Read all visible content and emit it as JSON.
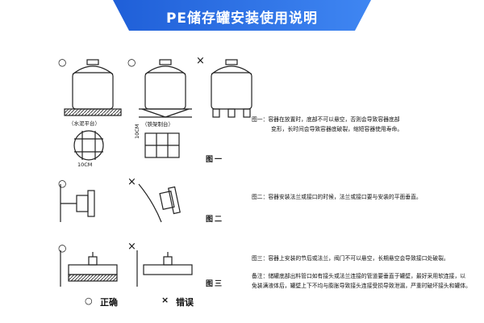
{
  "title": "PE储存罐安装使用说明",
  "labels": {
    "water_platform": "（水泥平台）",
    "iron_frame": "（铁架制台）",
    "dim_h": "10CM",
    "dim_v": "10CM",
    "fig1": "图一",
    "fig2": "图二",
    "fig3": "图三"
  },
  "notes": {
    "n1_line1": "图一：容器在放置时，底部不可以悬空，否则会导致容器底部",
    "n1_line2": "变形，长时间会导致容器底破裂，缩短容器使用寿命。",
    "n2": "图二：容器安装法兰或接口的时候，法兰或接口要与安装的平面垂直。",
    "n3": "图三：容器上安装的节后或法兰，阀门不可以悬空，长期悬空会导致接口处破裂。",
    "n4_line1": "备注：储罐底部出料管口如有接头或法兰连接的管道要垂直于罐壁，最好采用软连接，以",
    "n4_line2": "免装满液体后，罐壁上下不均与膨胀导致接头连接受损导致泄漏，严重时破坏接头和罐体。"
  },
  "legend": {
    "correct_mark": "○",
    "correct": "正确",
    "wrong_mark": "×",
    "wrong": "错误"
  },
  "marks": {
    "ok": "○",
    "bad": "×"
  },
  "colors": {
    "banner_start": "#1f5fd8",
    "banner_end": "#3f86f2"
  }
}
